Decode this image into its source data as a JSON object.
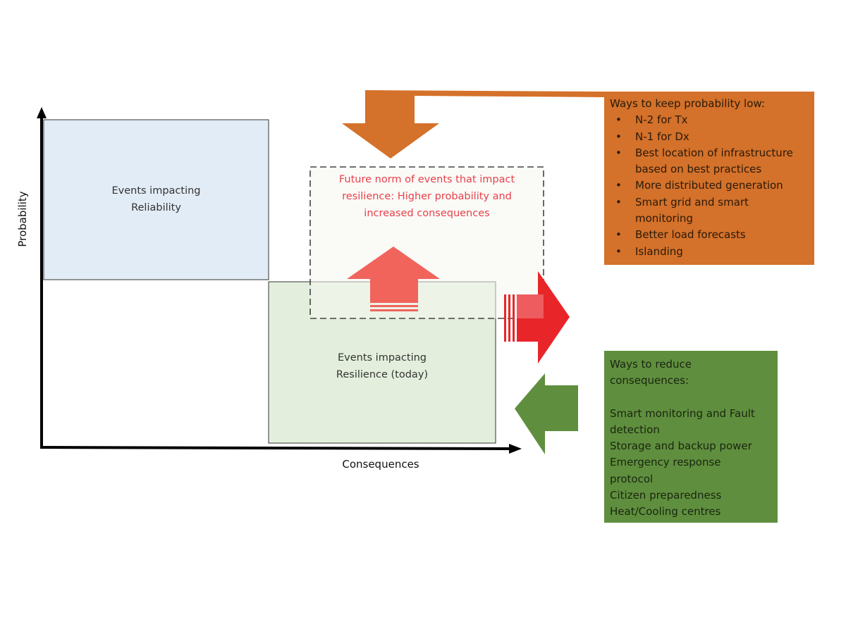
{
  "diagram": {
    "axes": {
      "y_label": "Probability",
      "x_label": "Consequences"
    },
    "regions": {
      "reliability": {
        "label_line1": "Events impacting",
        "label_line2": "Reliability",
        "fill": "#e2ecf6"
      },
      "resilience_today": {
        "label_line1": "Events impacting",
        "label_line2": "Resilience (today)",
        "fill": "#e3efdc"
      },
      "future_norm": {
        "line1": "Future norm of events that impact",
        "line2": "resilience: Higher probability and",
        "line3": "increased consequences",
        "text_color": "#e8414a"
      }
    },
    "probability_panel": {
      "title": "Ways to keep probability low:",
      "items": [
        "N-2 for Tx",
        "N-1 for Dx",
        "Best location of infrastructure based on best practices",
        "More distributed generation",
        "Smart grid and smart monitoring",
        "Better load forecasts",
        "Islanding"
      ],
      "fill": "#d4712a"
    },
    "consequences_panel": {
      "title_line1": "Ways to reduce",
      "title_line2": "consequences:",
      "items": [
        "Smart monitoring and Fault detection",
        "Storage and backup power",
        "Emergency response protocol",
        "Citizen preparedness",
        "Heat/Cooling centres"
      ],
      "fill": "#5f8f3e"
    },
    "arrows": {
      "orange": "#d4712a",
      "red_up": "#f0645c",
      "red_right": "#e8262a",
      "green": "#5f8f3e"
    }
  }
}
